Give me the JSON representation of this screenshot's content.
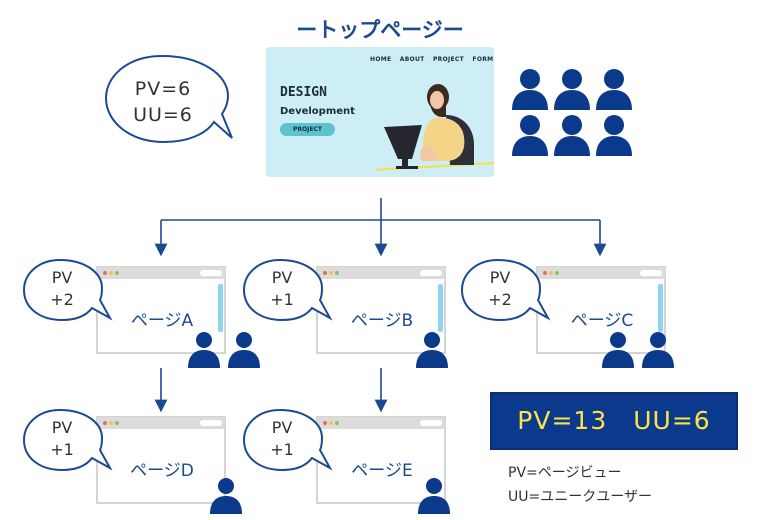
{
  "title": "ートップページー",
  "top_stats": {
    "pv": "PV=6",
    "uu": "UU=6"
  },
  "hero": {
    "nav": [
      "HOME",
      "ABOUT",
      "PROJECT",
      "FORM"
    ],
    "heading": "DESIGN",
    "subheading": "Development",
    "button": "PROJECT"
  },
  "pages": [
    {
      "label": "ページA",
      "pv_label": "PV",
      "pv_value": "+2",
      "users": 2
    },
    {
      "label": "ページB",
      "pv_label": "PV",
      "pv_value": "+1",
      "users": 1
    },
    {
      "label": "ページC",
      "pv_label": "PV",
      "pv_value": "+2",
      "users": 2
    },
    {
      "label": "ページD",
      "pv_label": "PV",
      "pv_value": "+1",
      "users": 1
    },
    {
      "label": "ページE",
      "pv_label": "PV",
      "pv_value": "+1",
      "users": 1
    }
  ],
  "summary": "PV=13　UU=6",
  "legend": {
    "pv": "PV=ページビュー",
    "uu": "UU=ユニークユーザー"
  },
  "colors": {
    "primary": "#0b3a8c",
    "accent_text": "#ffe24a",
    "person": "#0b3a8c",
    "hero_bg": "#cdeef4"
  }
}
